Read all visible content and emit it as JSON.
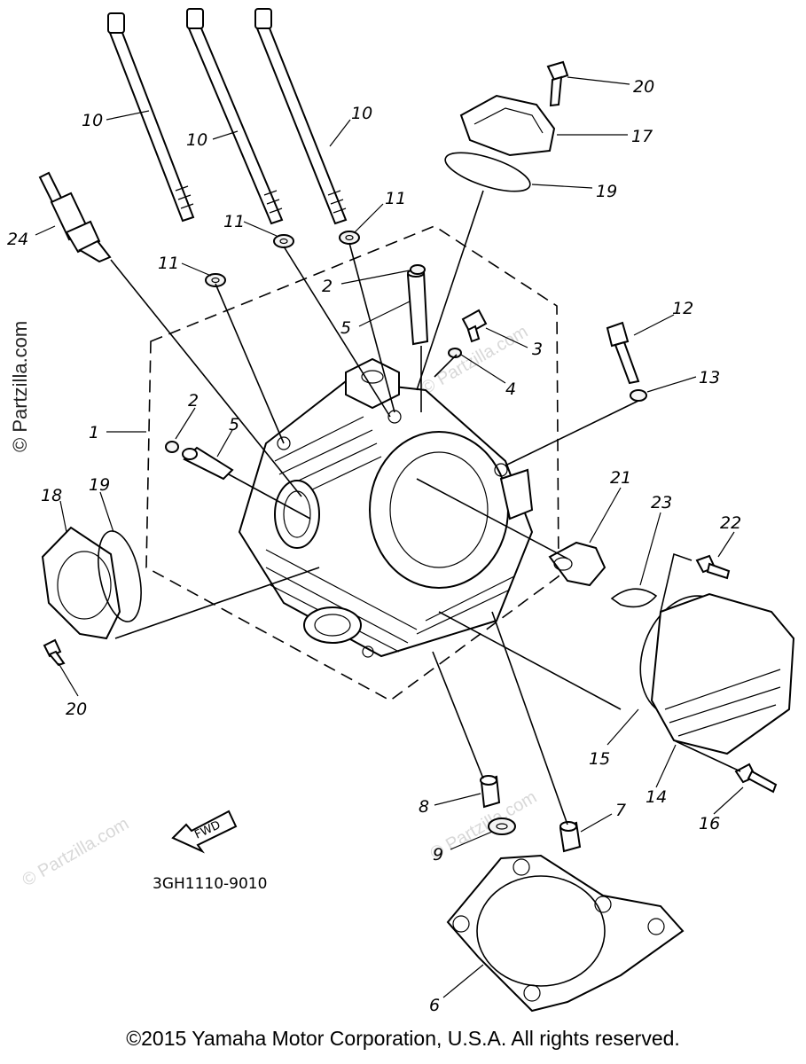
{
  "callouts": {
    "c1": "1",
    "c2a": "2",
    "c2b": "2",
    "c3": "3",
    "c4": "4",
    "c5a": "5",
    "c5b": "5",
    "c6": "6",
    "c7": "7",
    "c8": "8",
    "c9": "9",
    "c10a": "10",
    "c10b": "10",
    "c10c": "10",
    "c11a": "11",
    "c11b": "11",
    "c11c": "11",
    "c12": "12",
    "c13": "13",
    "c14": "14",
    "c15": "15",
    "c16": "16",
    "c17": "17",
    "c18": "18",
    "c19a": "19",
    "c19b": "19",
    "c20a": "20",
    "c20b": "20",
    "c21": "21",
    "c22": "22",
    "c23": "23",
    "c24": "24"
  },
  "fwd_label": "FWD",
  "ref_code": "3GH1110-9010",
  "watermark_vertical": "© Partzilla.com",
  "watermark_faint": "© Partzilla.com",
  "copyright": "©2015 Yamaha Motor Corporation, U.S.A. All rights reserved."
}
